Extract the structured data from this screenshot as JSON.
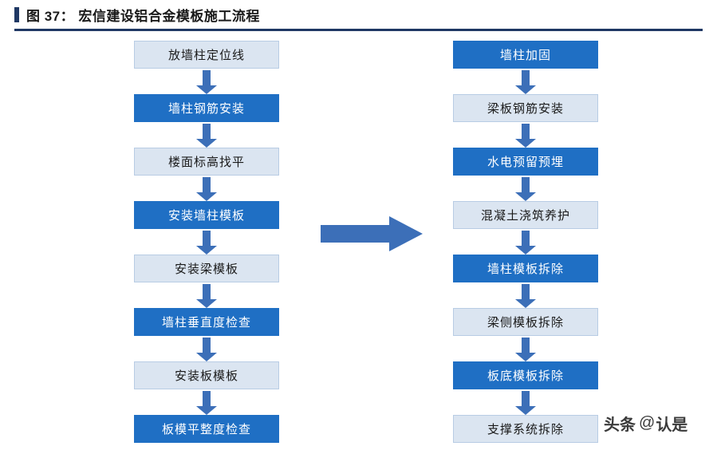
{
  "title": {
    "text": "图 37： 宏信建设铝合金模板施工流程"
  },
  "flow": {
    "left_column": [
      {
        "label": "放墙柱定位线",
        "style": "light"
      },
      {
        "label": "墙柱钢筋安装",
        "style": "dark"
      },
      {
        "label": "楼面标高找平",
        "style": "light"
      },
      {
        "label": "安装墙柱模板",
        "style": "dark"
      },
      {
        "label": "安装梁模板",
        "style": "light"
      },
      {
        "label": "墙柱垂直度检查",
        "style": "dark"
      },
      {
        "label": "安装板模板",
        "style": "light"
      },
      {
        "label": "板模平整度检查",
        "style": "dark"
      }
    ],
    "right_column": [
      {
        "label": "墙柱加固",
        "style": "dark"
      },
      {
        "label": "梁板钢筋安装",
        "style": "light"
      },
      {
        "label": "水电预留预埋",
        "style": "dark"
      },
      {
        "label": "混凝土浇筑养护",
        "style": "light"
      },
      {
        "label": "墙柱模板拆除",
        "style": "dark"
      },
      {
        "label": "梁侧模板拆除",
        "style": "light"
      },
      {
        "label": "板底模板拆除",
        "style": "dark"
      },
      {
        "label": "支撑系统拆除",
        "style": "light"
      }
    ],
    "connector_icon": "down-arrow-icon",
    "transition_icon": "right-arrow-icon"
  },
  "watermark": {
    "brand": "头条",
    "at": "@",
    "handle": "认是"
  },
  "colors": {
    "accent_dark": "#1f3864",
    "node_dark": "#1f6fc4",
    "node_light": "#dbe5f1",
    "arrow": "#3c6fb8"
  }
}
